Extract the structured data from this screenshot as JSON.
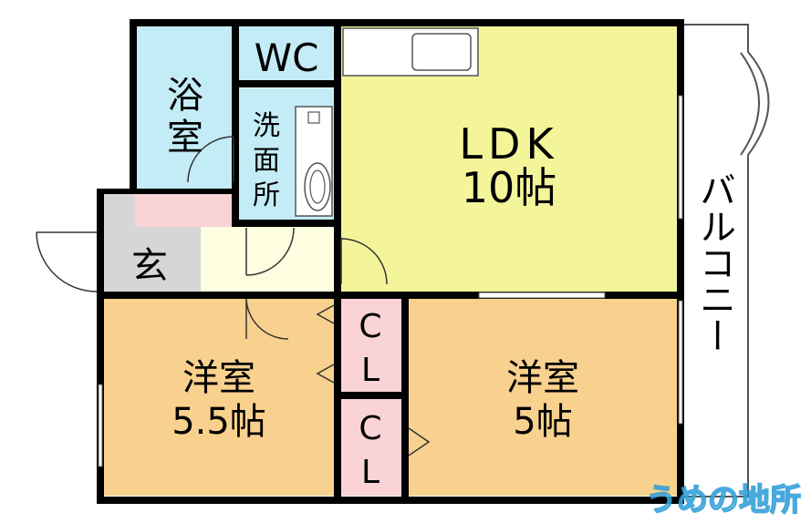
{
  "rooms": {
    "bath": {
      "label_line1": "浴",
      "label_line2": "室",
      "color": "#c4ecf6"
    },
    "wc": {
      "label": "WC",
      "color": "#c4ecf6"
    },
    "washroom": {
      "label_line1": "洗",
      "label_line2": "面",
      "label_line3": "所",
      "color": "#c4ecf6"
    },
    "ldk": {
      "label_line1": "LDK",
      "label_line2": "10帖",
      "color": "#f4f59a"
    },
    "entrance": {
      "label": "玄",
      "color": "#d6d6d6"
    },
    "hall": {
      "color": "#fdfde0"
    },
    "western_left": {
      "label_line1": "洋室",
      "label_line2": "5.5帖",
      "color": "#f9d18e"
    },
    "western_right": {
      "label_line1": "洋室",
      "label_line2": "5帖",
      "color": "#f9d18e"
    },
    "closet_top": {
      "label_line1": "C",
      "label_line2": "L",
      "color": "#f9d3d5"
    },
    "closet_bottom": {
      "label_line1": "C",
      "label_line2": "L",
      "color": "#f9d3d5"
    }
  },
  "balcony": {
    "label": "バルコニー"
  },
  "watermark": {
    "text": "うめの地所"
  },
  "colors": {
    "wall": "#000000",
    "background": "#ffffff",
    "pink_strip": "#f9d3d5"
  }
}
